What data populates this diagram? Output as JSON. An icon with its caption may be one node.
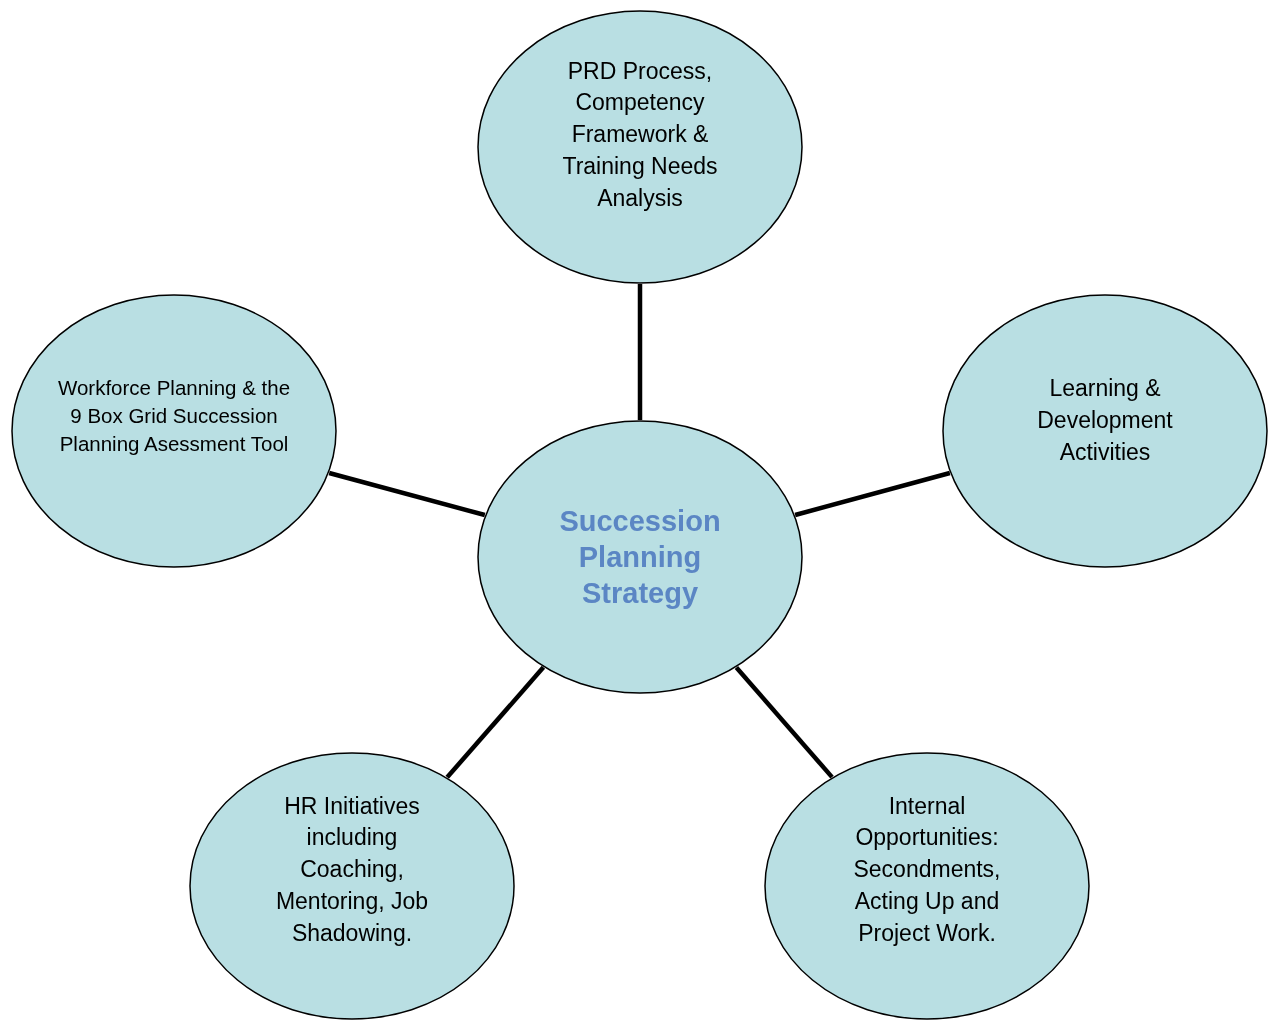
{
  "diagram": {
    "nodes": [
      {
        "text": [
          "PRD Process, Competency Framework & Training Needs Analysis"
        ]
      },
      {
        "text": [
          "Workforce Planning & the 9 Box Grid Succession Planning Asessment Tool"
        ]
      },
      {
        "text": [
          "Learning & Development Activities"
        ]
      },
      {
        "text": [
          "Succession Planning Strategy"
        ]
      },
      {
        "text": [
          "HR Initiatives including Coaching, Mentoring, Job Shadowing."
        ]
      },
      {
        "text": [
          "Internal Opportunities: Secondments, Acting Up and Project Work."
        ]
      }
    ],
    "edges": [
      {
        "from": 3,
        "to": 0,
        "arrow": "none"
      },
      {
        "from": 3,
        "to": 1,
        "arrow": "none"
      },
      {
        "from": 3,
        "to": 2,
        "arrow": "none"
      },
      {
        "from": 3,
        "to": 4,
        "arrow": "none"
      },
      {
        "from": 3,
        "to": 5,
        "arrow": "none"
      }
    ]
  }
}
